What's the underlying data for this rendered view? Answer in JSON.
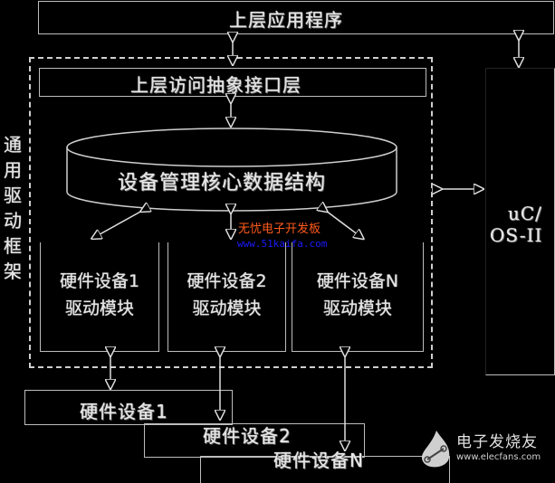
{
  "diagram": {
    "top_app": "上层应用程序",
    "abstract_layer": "上层访问抽象接口层",
    "core_structure": "设备管理核心数据结构",
    "framework_label": "通用驱动框架",
    "rtos": {
      "line1": "uC/",
      "line2": "OS-II"
    },
    "driver_modules": [
      {
        "line1": "硬件设备1",
        "line2": "驱动模块"
      },
      {
        "line1": "硬件设备2",
        "line2": "驱动模块"
      },
      {
        "line1": "硬件设备N",
        "line2": "驱动模块"
      }
    ],
    "hardware_devices": [
      "硬件设备1",
      "硬件设备2",
      "硬件设备N"
    ]
  },
  "watermark": {
    "text": "无忧电子开发板",
    "url": "www.51kaifa.com",
    "text_color": "#ff5a1a",
    "url_color": "#1a1aff"
  },
  "logo": {
    "brand": "电子发烧友",
    "url": "www.elecfans.com"
  }
}
